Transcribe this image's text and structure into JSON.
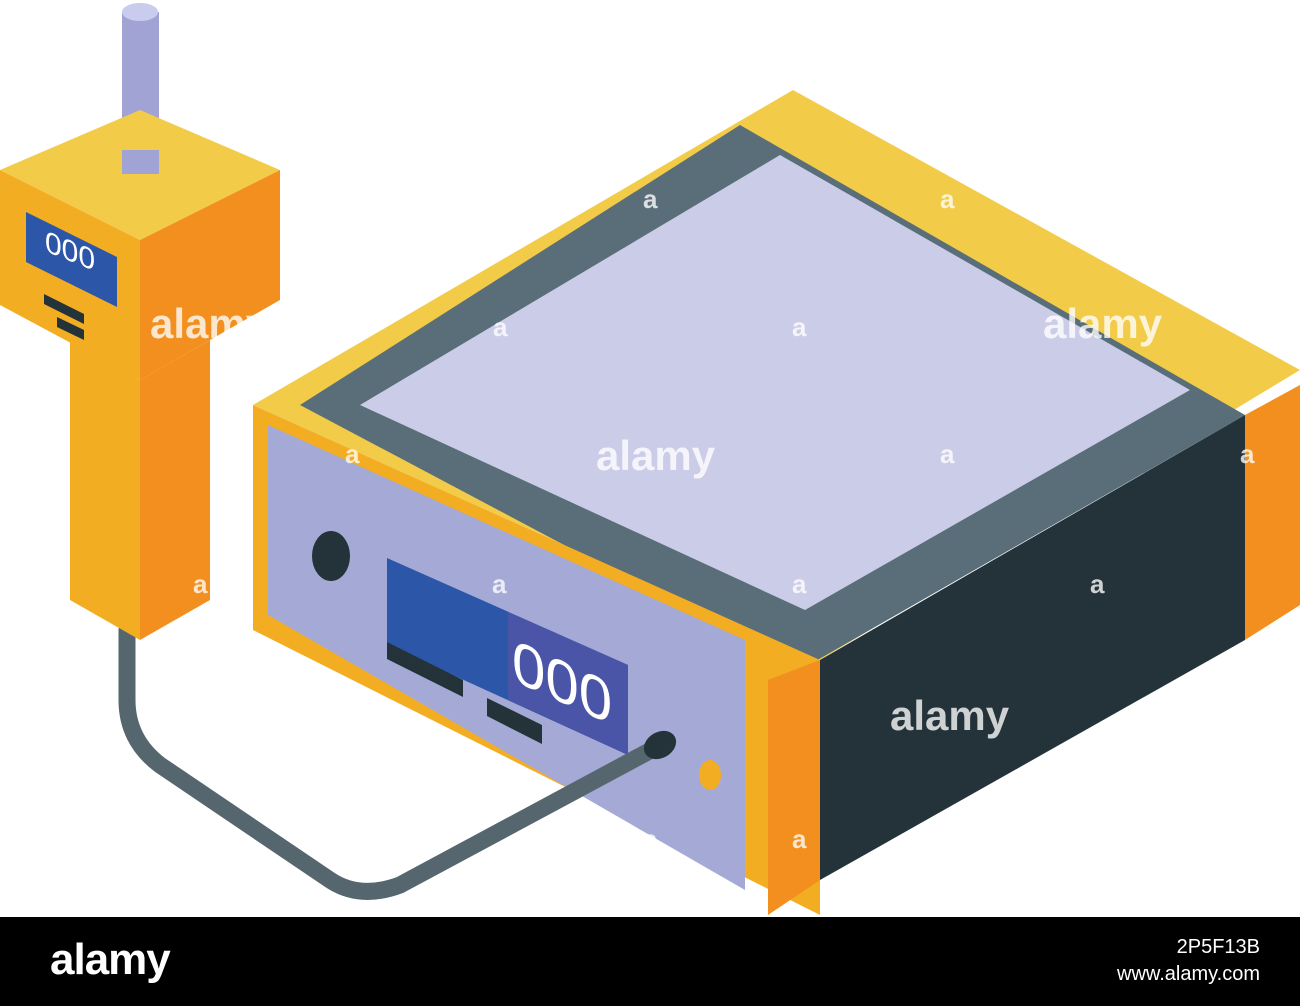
{
  "illustration": {
    "probe_display": "000",
    "main_display": "000"
  },
  "watermark": {
    "text": "alamy",
    "letter": "a"
  },
  "footer": {
    "logo": "alamy",
    "image_id": "2P5F13B",
    "url": "www.alamy.com"
  },
  "colors": {
    "yellow": "#F2CC48",
    "orange": "#F28F1E",
    "amber": "#F3AD22",
    "lavender_top": "#CBCDE8",
    "lavender_front": "#A5A9D6",
    "slate": "#5A6E7A",
    "dark_side": "#24333A",
    "screen_blue": "#2C56A8",
    "screen_indigo": "#4A55A8",
    "cable": "#56666E",
    "antenna": "#A0A3D3"
  }
}
